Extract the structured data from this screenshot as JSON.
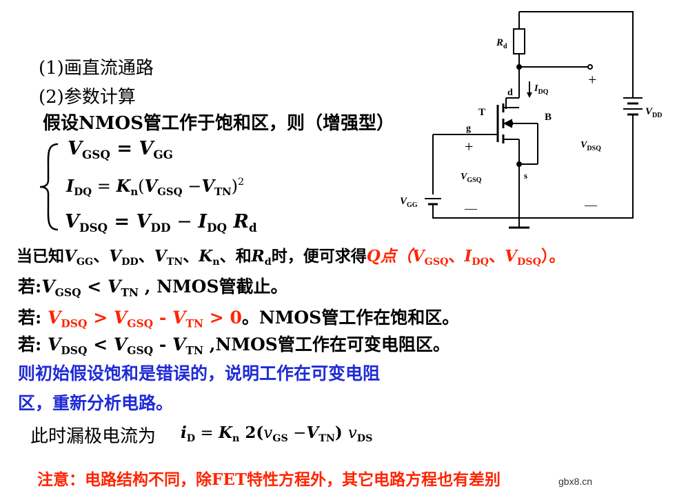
{
  "steps": {
    "step1": "(1)画直流通路",
    "step2": "(2)参数计算",
    "assume": "假设NMOS管工作于饱和区，则（增强型）"
  },
  "equations": {
    "eq1": {
      "lhs": "V",
      "lhs_sub": "GSQ",
      "eq": " = ",
      "rhs": "V",
      "rhs_sub": "GG"
    },
    "eq2": {
      "lhs": "I",
      "lhs_sub": "DQ",
      "eq": " = ",
      "k": "K",
      "k_sub": "n",
      "open": "(",
      "v1": "V",
      "v1_sub": "GSQ",
      "minus": " −",
      "v2": "V",
      "v2_sub": "TN",
      "close": ")",
      "exp": "2"
    },
    "eq3": {
      "lhs": "V",
      "lhs_sub": "DSQ",
      "eq": " = ",
      "v1": "V",
      "v1_sub": "DD",
      "minus": " − ",
      "i": "I",
      "i_sub": "DQ",
      "r": " R",
      "r_sub": "d"
    }
  },
  "line_known": {
    "p1": "当已知",
    "v1": "V",
    "s1": "GG",
    "c1": "、",
    "v2": "V",
    "s2": "DD",
    "c2": "、",
    "v3": "V",
    "s3": "TN",
    "c3": "、",
    "k": "K",
    "ks": "n",
    "c4": "、和",
    "r": "R",
    "rs": "d",
    "p2": "时，便可求得",
    "q": "Q点（",
    "qv1": "V",
    "qs1": "GSQ",
    "qc1": "、",
    "qi": "I",
    "qsi": "DQ",
    "qc2": "、",
    "qv2": "V",
    "qs2": "DSQ",
    "qend": "）。"
  },
  "line_cutoff": {
    "p": "若:",
    "v1": "V",
    "s1": "GSQ",
    "op": " < ",
    "v2": "V",
    "s2": "TN",
    "tail": " , NMOS管截止。"
  },
  "line_sat": {
    "p": "若: ",
    "v1": "V",
    "s1": "DSQ",
    "op1": " > ",
    "v2": "V",
    "s2": "GSQ",
    "op2": " - ",
    "v3": "V",
    "s3": "TN",
    "op3": " > 0",
    "tail": "。NMOS管工作在饱和区。"
  },
  "line_var": {
    "p": "若: ",
    "v1": "V",
    "s1": "DSQ",
    "op1": " < ",
    "v2": "V",
    "s2": "GSQ",
    "op2": " - ",
    "v3": "V",
    "s3": "TN",
    "tail": " ,NMOS管工作在可变电阻区。"
  },
  "blue_text": {
    "l1": "则初始假设饱和是错误的，说明工作在可变电阻",
    "l2": "区，重新分析电路。"
  },
  "drain_current": {
    "label": "此时漏极电流为",
    "i": "i",
    "i_sub": "D",
    "eq": " = ",
    "k": "K",
    "k_sub": "n",
    "two": " 2(",
    "v1": "v",
    "v1_sub": "GS",
    "minus": " −",
    "v2": "V",
    "v2_sub": "TN",
    "close": ") ",
    "v3": "v",
    "v3_sub": "DS"
  },
  "note": "注意：电路结构不同，除FET特性方程外，其它电路方程也有差别",
  "watermark": "gbx8.cn",
  "circuit": {
    "rd": "R",
    "rd_sub": "d",
    "drain": "d",
    "gate": "g",
    "source": "s",
    "transistor": "T",
    "body": "B",
    "idq": "I",
    "idq_sub": "DQ",
    "vdd": "V",
    "vdd_sub": "DD",
    "vdsq": "V",
    "vdsq_sub": "DSQ",
    "vgsq": "V",
    "vgsq_sub": "GSQ",
    "vgg": "V",
    "vgg_sub": "GG",
    "plus": "+",
    "minus": "—"
  }
}
